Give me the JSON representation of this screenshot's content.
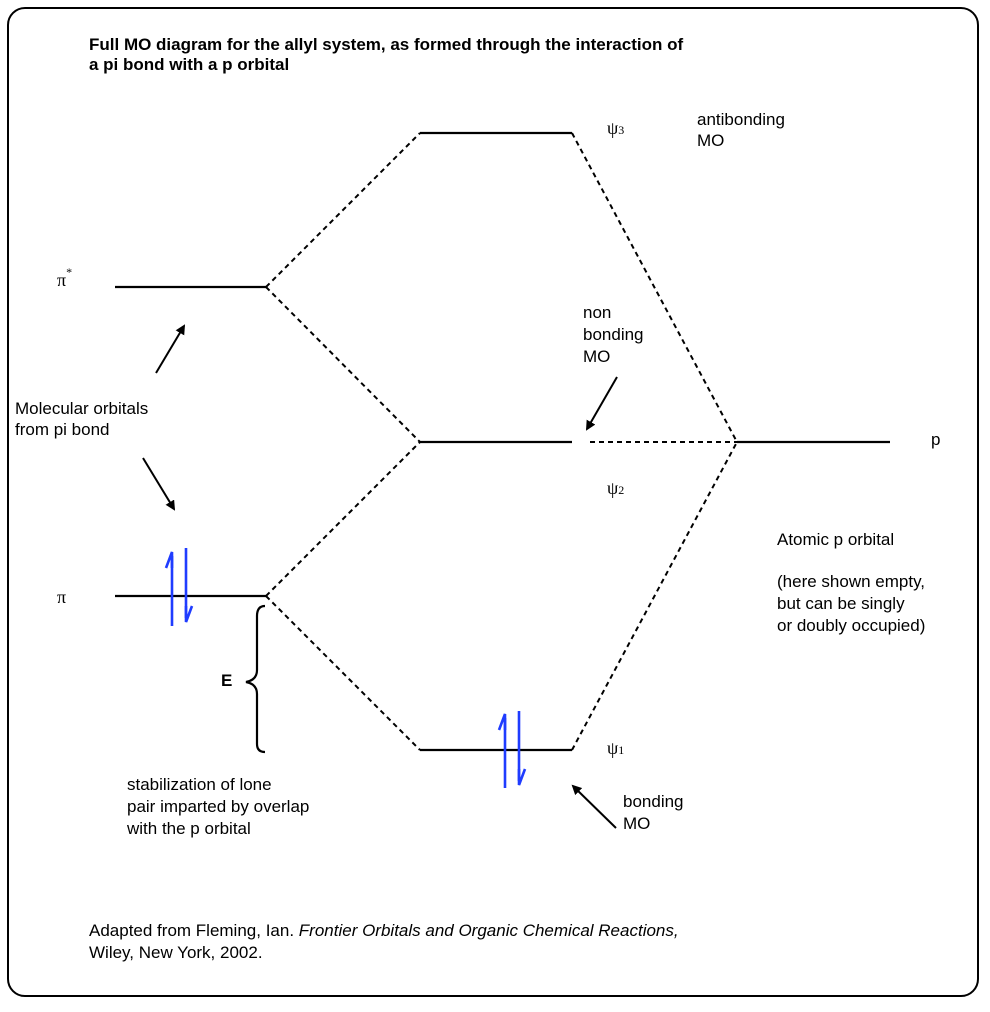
{
  "title": {
    "line1": "Full MO diagram for the allyl system, as formed through the interaction of",
    "line2": "a pi bond with a p orbital"
  },
  "levels": {
    "pi_star": {
      "symbol": "π",
      "sup": "*"
    },
    "pi": {
      "symbol": "π"
    },
    "psi3": {
      "symbol": "ψ",
      "sub": "3"
    },
    "psi2": {
      "symbol": "ψ",
      "sub": "2"
    },
    "psi1": {
      "symbol": "ψ",
      "sub": "1"
    },
    "p": {
      "symbol": "p"
    }
  },
  "labels": {
    "antibonding": [
      "antibonding",
      "MO"
    ],
    "nonbonding": [
      "non",
      "bonding",
      "MO"
    ],
    "bonding": [
      "bonding",
      "MO"
    ],
    "pi_bond_mos": [
      "Molecular orbitals",
      "from pi bond"
    ],
    "atomic_p": "Atomic p orbital",
    "atomic_p_note": [
      "(here shown empty,",
      "but can be singly",
      "or doubly occupied)"
    ],
    "energy": "E",
    "stabilization": [
      "stabilization of lone",
      "pair imparted by overlap",
      "with the p orbital"
    ]
  },
  "citation": {
    "prefix": "Adapted from Fleming, Ian. ",
    "book": "Frontier Orbitals and Organic Chemical Reactions,",
    "line2": "Wiley, New York, 2002."
  },
  "colors": {
    "electron": "#1f3cff",
    "line": "#000000"
  }
}
